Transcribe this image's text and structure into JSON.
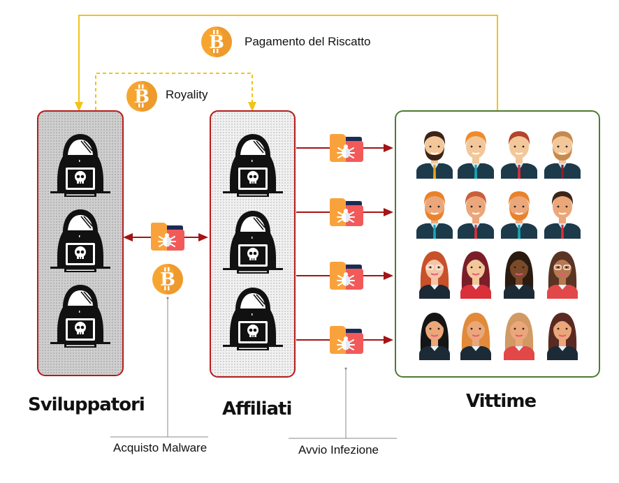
{
  "title": "Ransomware-as-a-Service flow",
  "colors": {
    "payment_line": "#f2c318",
    "arrow_red": "#a31414",
    "developers_border": "#b31b1b",
    "affiliates_border": "#b31b1b",
    "victims_border": "#4e7a2e",
    "bitcoin_orange": "#f7a531",
    "folder_orange": "#f9a23c",
    "folder_red": "#f25a5a",
    "folder_navy": "#1d2b52"
  },
  "flows": {
    "ransom_payment": {
      "label": "Pagamento del Riscatto",
      "icon": "bitcoin-icon",
      "from": "Vittime",
      "to": "Sviluppatori",
      "style": "solid"
    },
    "royalty": {
      "label": "Royality",
      "icon": "bitcoin-icon",
      "from": "Sviluppatori",
      "to": "Affiliati",
      "style": "dashed"
    },
    "malware_purchase": {
      "label": "Acquisto Malware",
      "icons": [
        "malware-folder-icon",
        "bitcoin-icon"
      ],
      "direction": "bidirectional"
    },
    "infection_start": {
      "label": "Avvio Infezione",
      "icon": "malware-folder-icon",
      "count": 4
    }
  },
  "groups": {
    "developers": {
      "label": "Sviluppatori",
      "hacker_count": 3,
      "icon": "hooded-hacker-icon"
    },
    "affiliates": {
      "label": "Affiliati",
      "hacker_count": 3,
      "icon": "hooded-hacker-icon"
    },
    "victims": {
      "label": "Vittime",
      "rows": [
        {
          "type": "men",
          "people": [
            {
              "hair": "#3b2418",
              "tie": "#e9a11c",
              "skin": "#f3c79a",
              "beard": true
            },
            {
              "hair": "#f08a2a",
              "tie": "#18a7b5",
              "skin": "#f3c79a",
              "beard": false
            },
            {
              "hair": "#b3432a",
              "tie": "#d9303a",
              "skin": "#f3c79a",
              "beard": false
            },
            {
              "hair": "#c68a4e",
              "tie": "#8a1f2a",
              "skin": "#f3c79a",
              "beard": true
            }
          ]
        },
        {
          "type": "men",
          "people": [
            {
              "hair": "#e9822a",
              "tie": "#18a7b5",
              "skin": "#eba77a",
              "beard": true
            },
            {
              "hair": "#c8603c",
              "tie": "#d9303a",
              "skin": "#eba77a",
              "beard": false
            },
            {
              "hair": "#e9822a",
              "tie": "#18a7b5",
              "skin": "#eba77a",
              "beard": true
            },
            {
              "hair": "#3b2418",
              "tie": "#d9303a",
              "skin": "#eba77a",
              "beard": false
            }
          ]
        },
        {
          "type": "women",
          "people": [
            {
              "hair": "#c8502a",
              "top": "#1c2a35",
              "skin": "#f5c5a6",
              "glasses": true
            },
            {
              "hair": "#7a1f2a",
              "top": "#d9303a",
              "skin": "#f3c79a",
              "glasses": false
            },
            {
              "hair": "#2a1a10",
              "top": "#1c2a35",
              "skin": "#7a4a2a",
              "glasses": false
            },
            {
              "hair": "#5a3424",
              "top": "#e24848",
              "skin": "#b87850",
              "glasses": true
            }
          ]
        },
        {
          "type": "women",
          "people": [
            {
              "hair": "#151515",
              "top": "#1c2a35",
              "skin": "#eba77a",
              "glasses": false
            },
            {
              "hair": "#e08a3a",
              "top": "#1c2a35",
              "skin": "#eba77a",
              "glasses": false
            },
            {
              "hair": "#d19a64",
              "top": "#e24848",
              "skin": "#eba77a",
              "glasses": false
            },
            {
              "hair": "#5a2a22",
              "top": "#1c2a35",
              "skin": "#eba77a",
              "glasses": false
            }
          ]
        }
      ]
    }
  }
}
